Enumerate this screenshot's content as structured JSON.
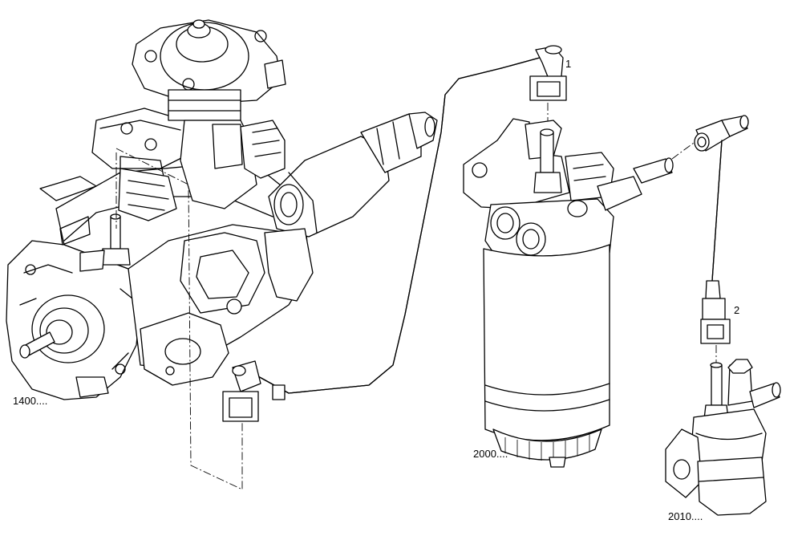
{
  "labels": {
    "injection_pump": "1400....",
    "fuel_filter": "2000....",
    "feed_pump": "2010....",
    "callout_1": "1",
    "callout_2": "2"
  },
  "colors": {
    "line": "#000000",
    "background": "#ffffff"
  }
}
